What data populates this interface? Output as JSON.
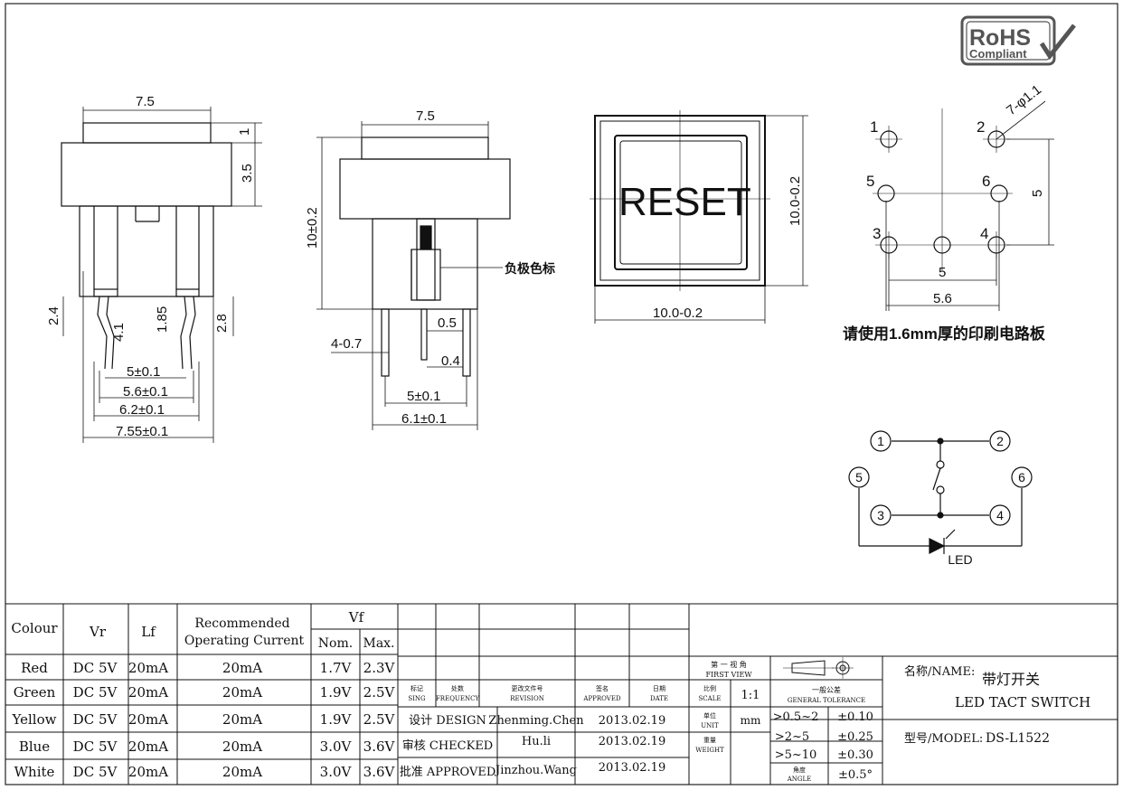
{
  "badge": {
    "line1": "RoHS",
    "line2": "Compliant"
  },
  "side_view": {
    "top_width": "7.5",
    "cap_height": "1",
    "body_height": "3.5",
    "pin_offset": "2.4",
    "pin_len": "4.1",
    "pin_step": "1.85",
    "pin_len2": "2.8",
    "dims": [
      "5±0.1",
      "5.6±0.1",
      "6.2±0.1",
      "7.55±0.1"
    ]
  },
  "front_view": {
    "top_width": "7.5",
    "height": "10±0.2",
    "cathode_note": "负极色标",
    "pin_spacing": "4-0.7",
    "pin_w1": "0.5",
    "pin_w2": "0.4",
    "dims": [
      "5±0.1",
      "6.1±0.1"
    ]
  },
  "top_view": {
    "cap_text": "RESET",
    "width": "10.0-0.2",
    "height": "10.0-0.2"
  },
  "footprint": {
    "pins": [
      "1",
      "2",
      "5",
      "6",
      "3",
      "4"
    ],
    "hole_note": "7-φ1.1",
    "v_dim": "5",
    "h_dim1": "5",
    "h_dim2": "5.6",
    "pcb_note": "请使用1.6mm厚的印刷电路板"
  },
  "schematic": {
    "pins": [
      "1",
      "2",
      "5",
      "6",
      "3",
      "4"
    ],
    "led_label": "LED"
  },
  "spec_table": {
    "headers": {
      "colour": "Colour",
      "vr": "Vr",
      "lf": "Lf",
      "rec1": "Recommended",
      "rec2": "Operating Current",
      "vf": "Vf",
      "nom": "Nom.",
      "max": "Max."
    },
    "rows": [
      {
        "colour": "Red",
        "vr": "DC 5V",
        "lf": "20mA",
        "rec": "20mA",
        "nom": "1.7V",
        "max": "2.3V"
      },
      {
        "colour": "Green",
        "vr": "DC 5V",
        "lf": "20mA",
        "rec": "20mA",
        "nom": "1.9V",
        "max": "2.5V"
      },
      {
        "colour": "Yellow",
        "vr": "DC 5V",
        "lf": "20mA",
        "rec": "20mA",
        "nom": "1.9V",
        "max": "2.5V"
      },
      {
        "colour": "Blue",
        "vr": "DC 5V",
        "lf": "20mA",
        "rec": "20mA",
        "nom": "3.0V",
        "max": "3.6V"
      },
      {
        "colour": "White",
        "vr": "DC 5V",
        "lf": "20mA",
        "rec": "20mA",
        "nom": "3.0V",
        "max": "3.6V"
      }
    ]
  },
  "title_block": {
    "rev_headers": [
      {
        "cn": "标记",
        "en": "SING"
      },
      {
        "cn": "处数",
        "en": "FREQUENCY"
      },
      {
        "cn": "更改文件号",
        "en": "REVISION"
      },
      {
        "cn": "签名",
        "en": "APPROVED"
      },
      {
        "cn": "日期",
        "en": "DATE"
      }
    ],
    "design": {
      "label": "设计 DESIGN",
      "name": "Zhenming.Chen",
      "date": "2013.02.19"
    },
    "checked": {
      "label": "审核 CHECKED",
      "name": "Hu.li",
      "date": "2013.02.19"
    },
    "approved": {
      "label": "批准 APPROVED",
      "name": "Jinzhou.Wang",
      "date": "2013.02.19"
    },
    "view": {
      "cn": "第 一 视 角",
      "en": "FIRST VIEW"
    },
    "scale": {
      "cn": "比例",
      "en": "SCALE",
      "value": "1:1"
    },
    "unit": {
      "cn": "单位",
      "en": "UNIT",
      "value": "mm"
    },
    "weight": {
      "cn": "重量",
      "en": "WEIGHT"
    },
    "tolerance": {
      "cn": "一般公差",
      "en": "GENERAL TOLERANCE",
      "rows": [
        {
          "range": ">0.5~2",
          "tol": "±0.10"
        },
        {
          "range": ">2~5",
          "tol": "±0.25"
        },
        {
          "range": ">5~10",
          "tol": "±0.30"
        }
      ],
      "angle_cn": "角度",
      "angle_en": "ANGLE",
      "angle_tol": "±0.5°"
    },
    "name_label": "名称/NAME:",
    "name_cn": "带灯开关",
    "name_en": "LED TACT SWITCH",
    "model_label": "型号/MODEL:",
    "model": "DS-L1522"
  }
}
